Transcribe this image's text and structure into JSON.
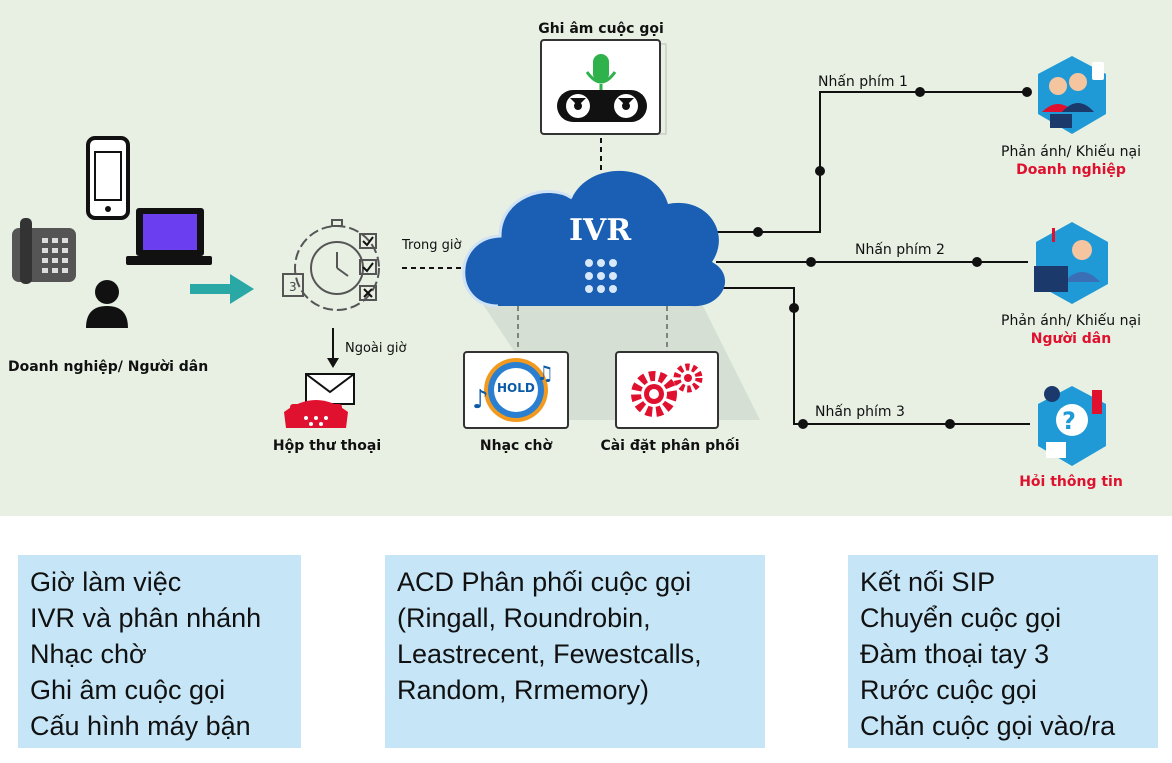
{
  "diagram": {
    "recording_label": "Ghi âm cuộc gọi",
    "ivr_label": "IVR",
    "caller_label": "Doanh nghiệp/ Người dân",
    "in_hours_label": "Trong giờ",
    "out_hours_label": "Ngoài giờ",
    "voicemail_label": "Hộp thư thoại",
    "hold_badge": "HOLD",
    "hold_music_label": "Nhạc chờ",
    "distribution_label": "Cài đặt phân phối",
    "branches": [
      {
        "key_label": "Nhấn phím 1",
        "title": "Phản ánh/ Khiếu nại",
        "target": "Doanh nghiệp"
      },
      {
        "key_label": "Nhấn phím 2",
        "title": "Phản ánh/ Khiếu nại",
        "target": "Người dân"
      },
      {
        "key_label": "Nhấn phím 3",
        "title": "",
        "target": "Hỏi thông tin"
      }
    ],
    "colors": {
      "background": "#e7f0e3",
      "cloud": "#1a5fb4",
      "accent_red": "#e0102f",
      "teal": "#2aa8a6",
      "hex_blue": "#1f9ad6",
      "box": "#c6e6f8"
    }
  },
  "features": [
    {
      "lines": [
        "Giờ làm việc",
        "IVR và phân nhánh",
        "Nhạc chờ",
        "Ghi âm cuộc gọi",
        "Cấu hình máy bận"
      ]
    },
    {
      "lines": [
        "ACD Phân phối cuộc gọi",
        "(Ringall, Roundrobin,",
        "Leastrecent, Fewestcalls,",
        "Random, Rrmemory)"
      ]
    },
    {
      "lines": [
        "Kết nối SIP",
        "Chuyển cuộc gọi",
        "Đàm thoại tay 3",
        "Rước cuộc gọi",
        "Chăn cuộc gọi vào/ra"
      ]
    }
  ]
}
